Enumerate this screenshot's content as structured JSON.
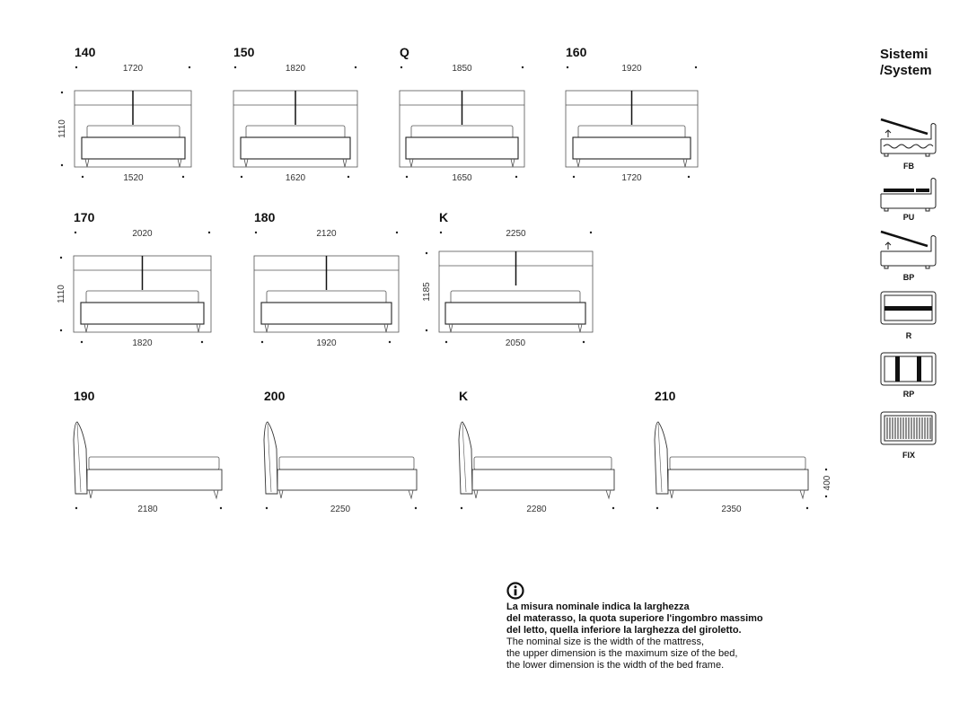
{
  "front_views": [
    {
      "size": "140",
      "upper": "1720",
      "lower": "1520",
      "height": "1110"
    },
    {
      "size": "150",
      "upper": "1820",
      "lower": "1620"
    },
    {
      "size": "Q",
      "upper": "1850",
      "lower": "1650"
    },
    {
      "size": "160",
      "upper": "1920",
      "lower": "1720"
    },
    {
      "size": "170",
      "upper": "2020",
      "lower": "1820",
      "height": "1110"
    },
    {
      "size": "180",
      "upper": "2120",
      "lower": "1920"
    },
    {
      "size": "K",
      "upper": "2250",
      "lower": "2050",
      "height": "1185"
    }
  ],
  "side_views": [
    {
      "size": "190",
      "length": "2180"
    },
    {
      "size": "200",
      "length": "2250"
    },
    {
      "size": "K",
      "length": "2280"
    },
    {
      "size": "210",
      "length": "2350",
      "height": "400"
    }
  ],
  "systems": {
    "title_line1": "Sistemi",
    "title_line2": "/System",
    "items": [
      {
        "code": "FB",
        "icon": "storage-lift-wave-icon"
      },
      {
        "code": "PU",
        "icon": "slatted-base-icon"
      },
      {
        "code": "BP",
        "icon": "storage-lift-icon"
      },
      {
        "code": "R",
        "icon": "slat-frame-horizontal-icon"
      },
      {
        "code": "RP",
        "icon": "slat-frame-reinforced-icon"
      },
      {
        "code": "FIX",
        "icon": "fixed-slats-icon"
      }
    ]
  },
  "note": {
    "it_lines": [
      "La misura nominale indica la larghezza",
      "del materasso, la quota superiore l'ingombro massimo",
      "del letto, quella inferiore la larghezza del giroletto."
    ],
    "en_lines": [
      "The nominal size is the width of the mattress,",
      "the upper dimension is the maximum size of the bed,",
      "the lower dimension is the width of the bed frame."
    ]
  }
}
